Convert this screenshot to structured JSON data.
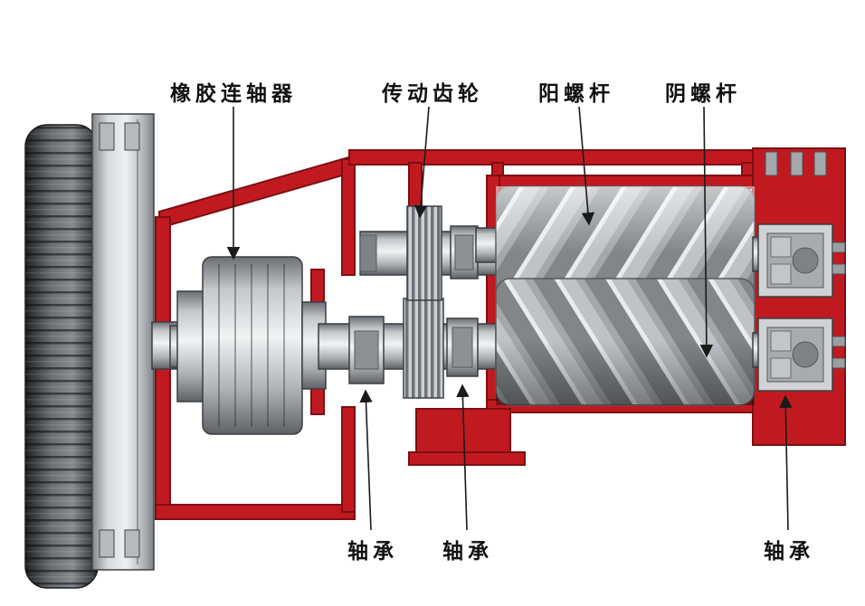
{
  "diagram": {
    "type": "mechanical-cross-section",
    "subject": "twin-screw compressor drive train cutaway",
    "labels": {
      "coupling": "橡胶连轴器",
      "drive_gear": "传动齿轮",
      "male_screw": "阳螺杆",
      "female_screw": "阴螺杆",
      "bearing_left": "轴承",
      "bearing_mid": "轴承",
      "bearing_right": "轴承"
    },
    "colors": {
      "casing_red": "#c01a20",
      "casing_red_dark": "#7d0e13",
      "metal_light": "#d9dcde",
      "metal_dark": "#54585c",
      "line": "#1a1a1a",
      "background": "#ffffff"
    }
  }
}
